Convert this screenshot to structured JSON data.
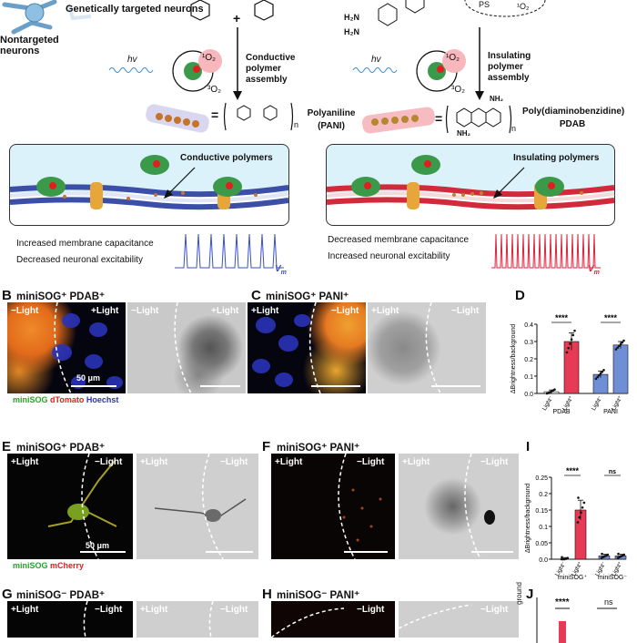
{
  "top_left": {
    "genetic_label": "Genetically targeted neurons",
    "nontarget_label": "Nontargeted neurons",
    "plus": "+",
    "hv": "hv",
    "singlet_o2": "¹O₂",
    "triplet_o2": "³O₂",
    "step_label": "Conductive polymer assembly",
    "polymer_name": "Polyaniline (PANI)",
    "equals": "=",
    "chain_n": "n",
    "box_title": "Conductive polymers",
    "effect1": "Increased membrane capacitance",
    "effect2": "Decreased neuronal excitability",
    "vm": "V",
    "vm_sub": "m"
  },
  "top_right": {
    "ps_label": "PS",
    "plus_singlet": "¹O₂",
    "hv": "hv",
    "singlet_o2": "¹O₂",
    "triplet_o2": "³O₂",
    "step_label": "Insulating polymer assembly",
    "polymer_name": "Poly(diaminobenzidine) PDAB",
    "equals": "=",
    "chain_n": "n",
    "box_title": "Insulating polymers",
    "effect1": "Decreased membrane capacitance",
    "effect2": "Increased neuronal excitability",
    "vm": "V",
    "vm_sub": "m",
    "nh2": "NH₂",
    "h2n": "H₂N"
  },
  "panels": {
    "B": {
      "letter": "B",
      "title": "miniSOG⁺ PDAB⁺",
      "l1": "−Light",
      "l2": "+Light",
      "l3": "−Light",
      "l4": "+Light",
      "scale": "50 μm",
      "legend": [
        "miniSOG",
        "dTomato",
        "Hoechst"
      ]
    },
    "C": {
      "letter": "C",
      "title": "miniSOG⁺ PANI⁺",
      "l1": "+Light",
      "l2": "−Light",
      "l3": "+Light",
      "l4": "−Light"
    },
    "D": {
      "letter": "D",
      "ylabel": "ΔBrightness/background",
      "groups": [
        "PDAB",
        "PANI"
      ],
      "bars": [
        "Light⁻",
        "Light⁺",
        "Light⁻",
        "Light⁺"
      ],
      "sig": [
        "****",
        "****"
      ]
    },
    "E": {
      "letter": "E",
      "title": "miniSOG⁺ PDAB⁺",
      "l1": "+Light",
      "l2": "−Light",
      "l3": "+Light",
      "l4": "−Light",
      "scale": "50 μm",
      "legend": [
        "miniSOG",
        "mCherry"
      ]
    },
    "F": {
      "letter": "F",
      "title": "miniSOG⁺ PANI⁺",
      "l1": "+Light",
      "l2": "−Light",
      "l3": "+Light",
      "l4": "−Light"
    },
    "I": {
      "letter": "I",
      "ylabel": "ΔBrightness/background",
      "groups": [
        "miniSOG⁺",
        "miniSOG⁻"
      ],
      "sig": [
        "****",
        "ns"
      ]
    },
    "G": {
      "letter": "G",
      "title": "miniSOG⁻ PDAB⁺",
      "l1": "+Light",
      "l2": "−Light",
      "l3": "+Light",
      "l4": "−Light"
    },
    "H": {
      "letter": "H",
      "title": "miniSOG⁻ PANI⁺",
      "l1": "−Light",
      "l2": "−Light"
    },
    "J": {
      "letter": "J",
      "ylabel": "ground",
      "sig": [
        "****",
        "ns"
      ]
    }
  },
  "chart_data": [
    {
      "type": "bar",
      "panel": "D",
      "ylabel": "ΔBrightness/background",
      "categories": [
        "Light⁻",
        "Light⁺",
        "Light⁻",
        "Light⁺"
      ],
      "groups": [
        "PDAB",
        "PANI"
      ],
      "values": [
        0.01,
        0.3,
        0.11,
        0.28
      ],
      "errors": [
        0.01,
        0.05,
        0.02,
        0.02
      ],
      "colors": [
        "#ffffff",
        "#e63a55",
        "#6f8ed6",
        "#6f8ed6"
      ],
      "ylim": [
        0,
        0.4
      ],
      "yticks": [
        0.0,
        0.1,
        0.2,
        0.3,
        0.4
      ]
    },
    {
      "type": "bar",
      "panel": "I",
      "ylabel": "ΔBrightness/background",
      "categories": [
        "Light⁻",
        "Light⁺",
        "Light⁻",
        "Light⁺"
      ],
      "groups": [
        "miniSOG⁺",
        "miniSOG⁻"
      ],
      "values": [
        0.0,
        0.15,
        0.01,
        0.01
      ],
      "errors": [
        0.005,
        0.03,
        0.005,
        0.005
      ],
      "colors": [
        "#ffffff",
        "#e63a55",
        "#6f8ed6",
        "#6f8ed6"
      ],
      "ylim": [
        0,
        0.25
      ],
      "yticks": [
        0.0,
        0.05,
        0.1,
        0.15,
        0.2,
        0.25
      ]
    }
  ]
}
